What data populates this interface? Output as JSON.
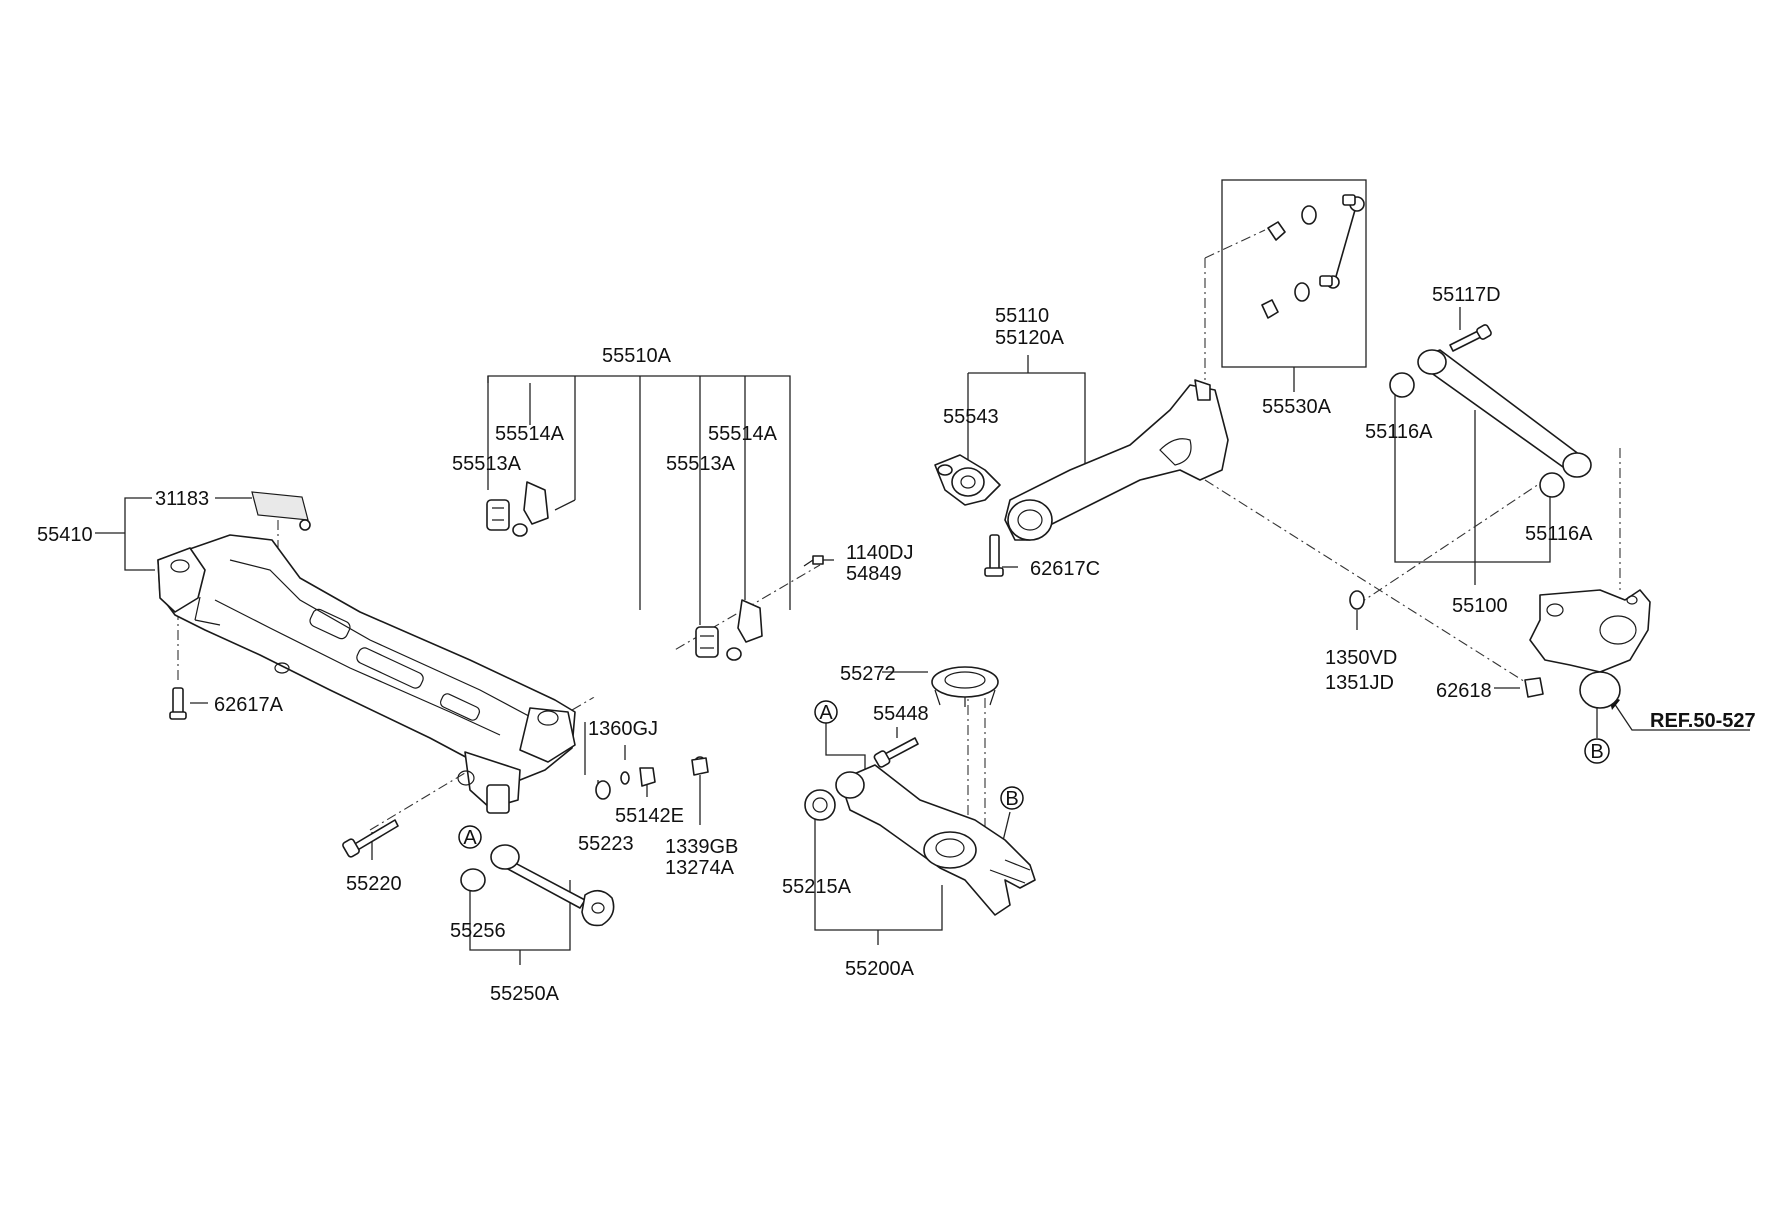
{
  "diagram": {
    "reference_label": "REF.50-527",
    "markers": {
      "a": "A",
      "b": "B"
    },
    "labels": {
      "p55510A": "55510A",
      "p55514A_l": "55514A",
      "p55513A_l": "55513A",
      "p55514A_r": "55514A",
      "p55513A_r": "55513A",
      "p31183": "31183",
      "p55410": "55410",
      "p1140DJ": "1140DJ",
      "p54849": "54849",
      "p62617A": "62617A",
      "p1360GJ": "1360GJ",
      "p55142E": "55142E",
      "p55223": "55223",
      "p1339GB": "1339GB",
      "p13274A": "13274A",
      "p55220": "55220",
      "p55256": "55256",
      "p55250A": "55250A",
      "p55272": "55272",
      "p55448": "55448",
      "p55215A": "55215A",
      "p55200A": "55200A",
      "p55110": "55110",
      "p55120A": "55120A",
      "p55543": "55543",
      "p62617C": "62617C",
      "p55530A": "55530A",
      "p55117D": "55117D",
      "p55116A_t": "55116A",
      "p55116A_b": "55116A",
      "p55100": "55100",
      "p1350VD": "1350VD",
      "p1351JD": "1351JD",
      "p62618": "62618"
    }
  }
}
